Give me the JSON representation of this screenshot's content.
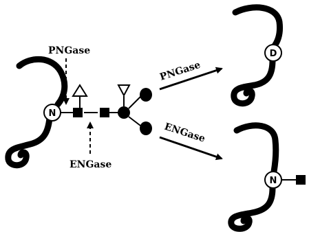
{
  "diagram": {
    "left_labels": {
      "pngase_top": "PNGase",
      "engase_bottom": "ENGase"
    },
    "arrow_labels": {
      "pngase": "PNGase",
      "engase": "ENGase"
    },
    "residues": {
      "left": "N",
      "top_right": "D",
      "bottom_right": "N"
    },
    "colors": {
      "ink": "#000000",
      "background": "#ffffff"
    }
  }
}
